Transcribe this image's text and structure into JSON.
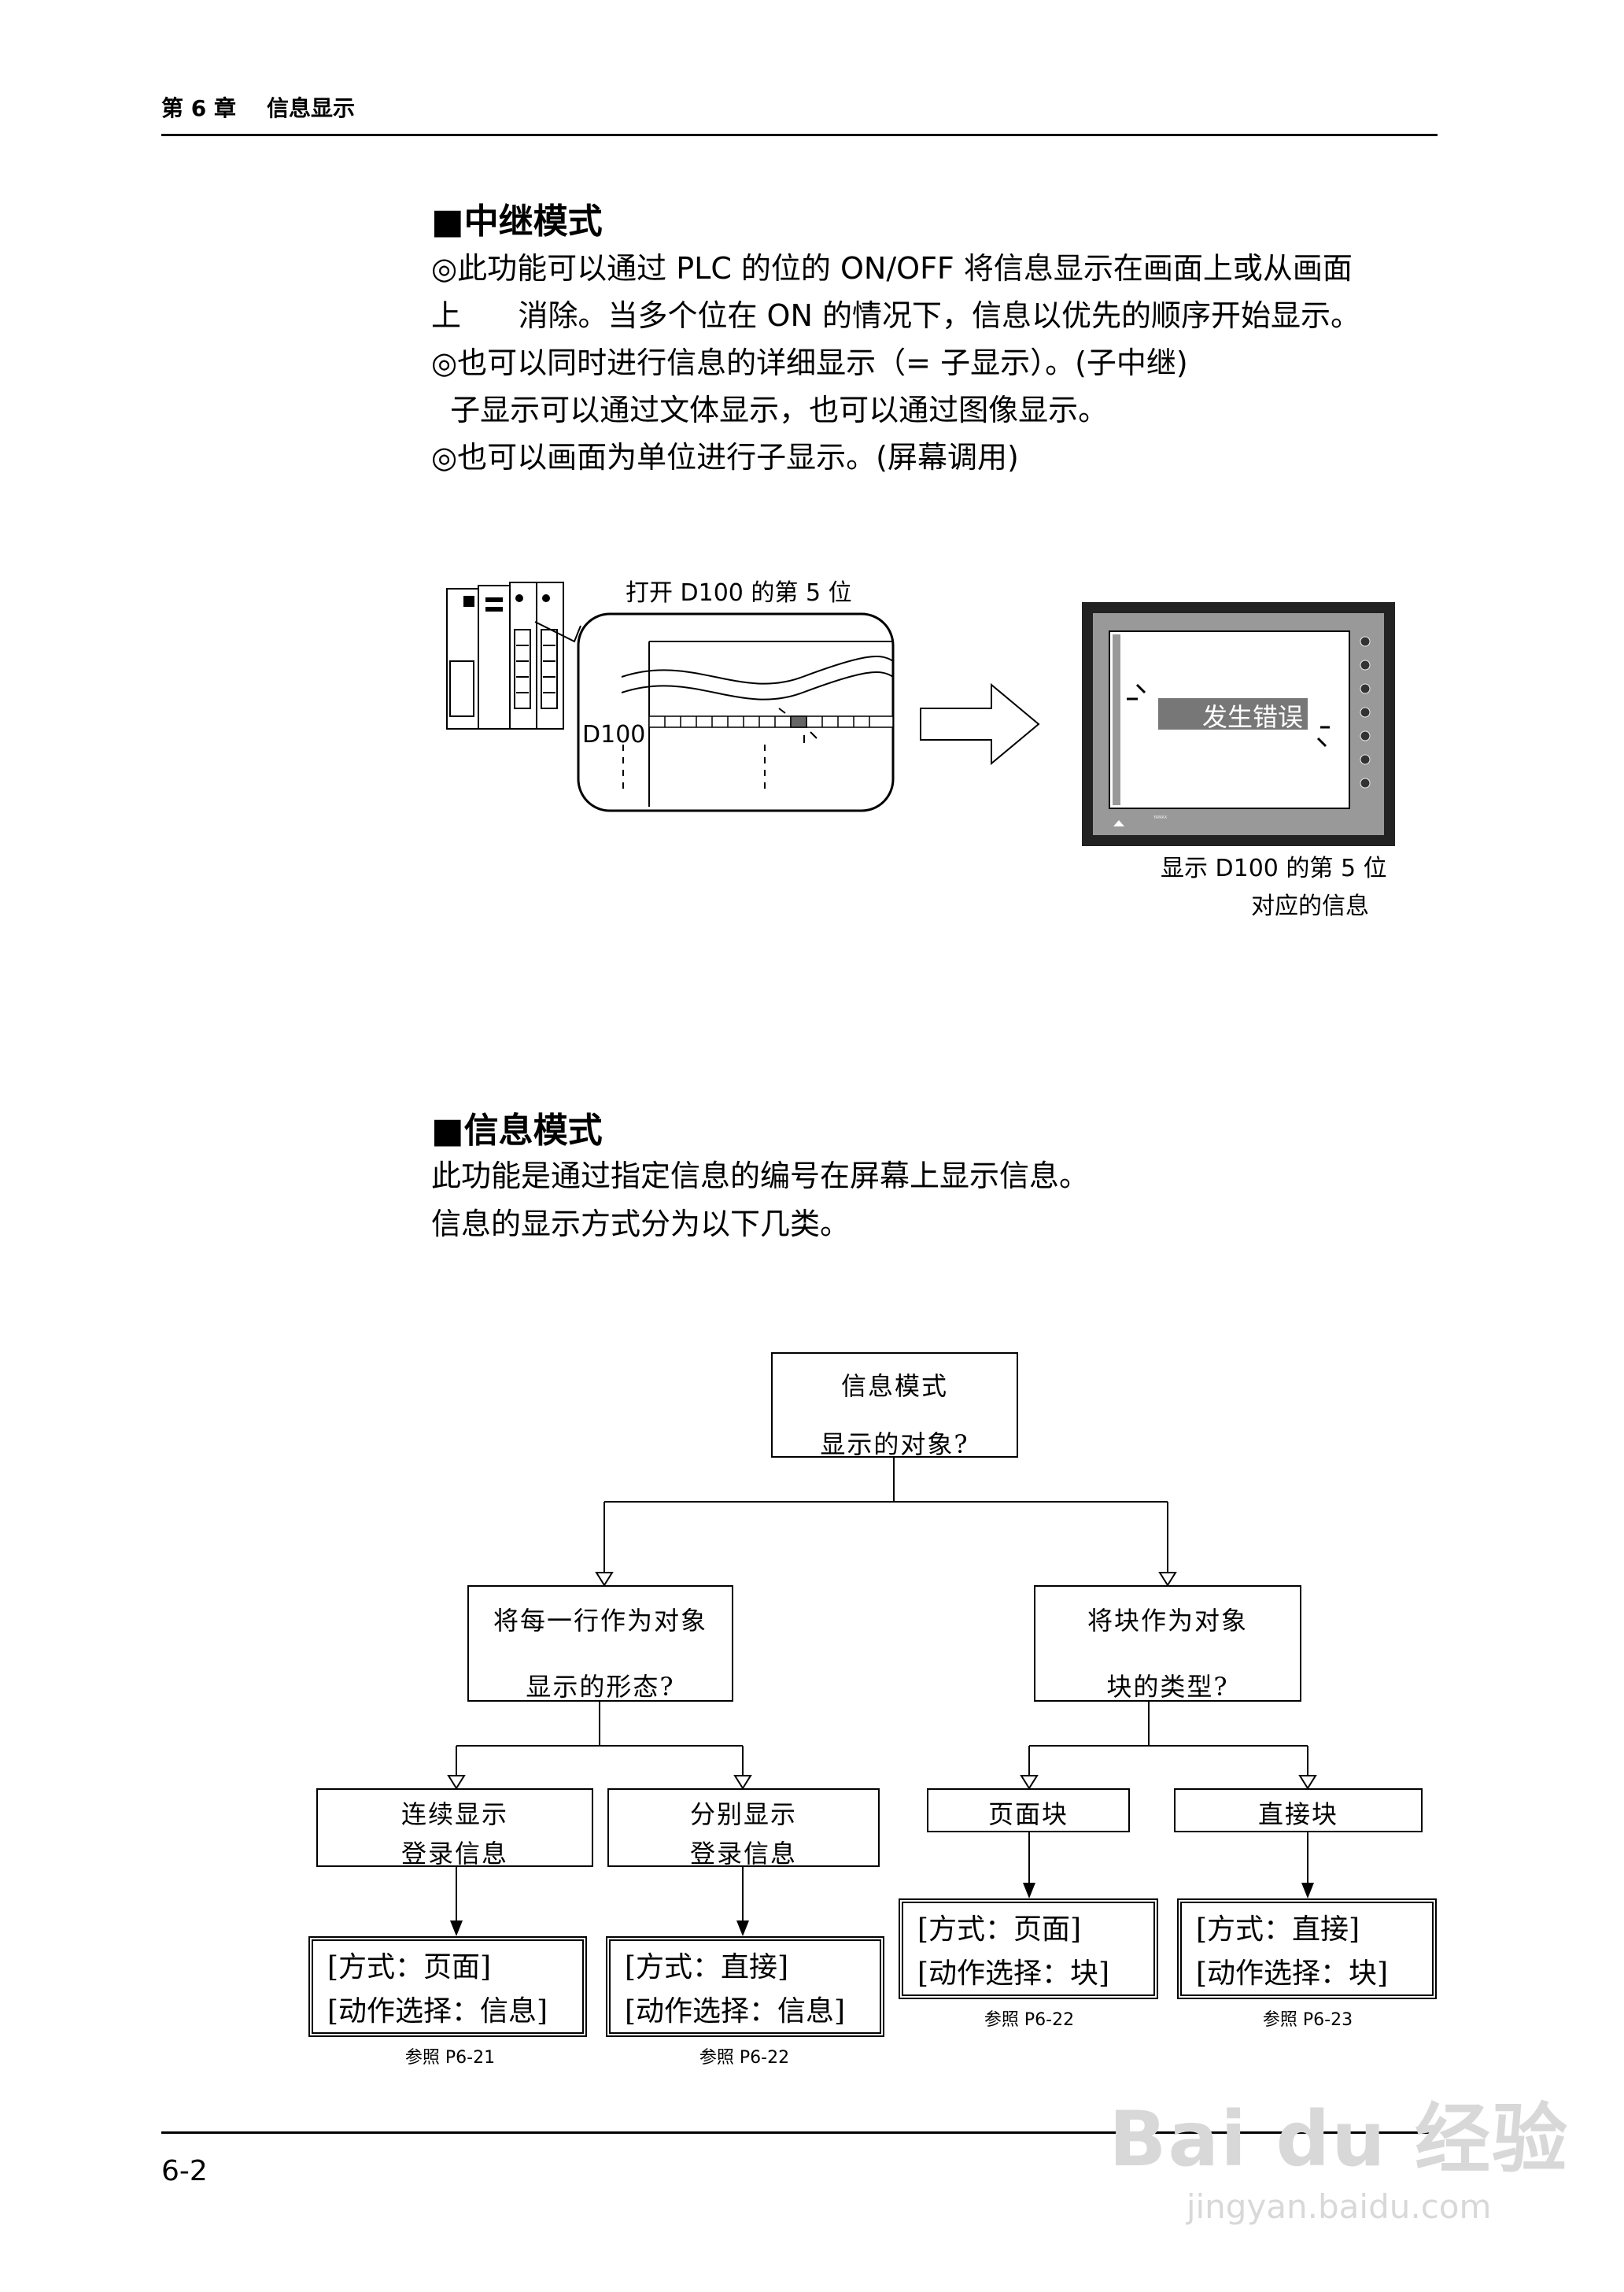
{
  "header": {
    "title": "第 6 章    信息显示"
  },
  "section1": {
    "title": "■中继模式",
    "lines": [
      "◎此功能可以通过 PLC 的位的 ON/OFF 将信息显示在画面上或从画面",
      "上      消除。当多个位在 ON 的情况下，信息以优先的顺序开始显示。",
      "◎也可以同时进行信息的详细显示（= 子显示）。(子中继)",
      "  子显示可以通过文体显示，也可以通过图像显示。",
      "◎也可以画面为单位进行子显示。(屏幕调用)"
    ]
  },
  "figure1": {
    "caption_top": "打开 D100 的第 5 位",
    "register_label": "D100",
    "screen_message": "发生错误",
    "caption_bottom_1": "显示 D100 的第 5 位",
    "caption_bottom_2": "对应的信息",
    "panel_maker": "YAMAX"
  },
  "section2": {
    "title": "■信息模式",
    "lines": [
      "此功能是通过指定信息的编号在屏幕上显示信息。",
      "信息的显示方式分为以下几类。"
    ]
  },
  "flowchart": {
    "root": {
      "line1": "信息模式",
      "line2": "显示的对象?"
    },
    "left": {
      "line1": "将每一行作为对象",
      "line2": "显示的形态?"
    },
    "right": {
      "line1": "将块作为对象",
      "line2": "块的类型?"
    },
    "leaves": [
      {
        "line1": "连续显示",
        "line2": "登录信息",
        "method": "[方式：页面]",
        "action": "[动作选择：信息]",
        "ref": "参照 P6-21"
      },
      {
        "line1": "分别显示",
        "line2": "登录信息",
        "method": "[方式：直接]",
        "action": "[动作选择：信息]",
        "ref": "参照 P6-22"
      },
      {
        "line1": "页面块",
        "method": "[方式：页面]",
        "action": "[动作选择：块]",
        "ref": "参照 P6-22"
      },
      {
        "line1": "直接块",
        "method": "[方式：直接]",
        "action": "[动作选择：块]",
        "ref": "参照 P6-23"
      }
    ]
  },
  "footer": {
    "page_number": "6-2"
  },
  "watermark": {
    "logo": "Bai du 经验",
    "url": "jingyan.baidu.com"
  }
}
